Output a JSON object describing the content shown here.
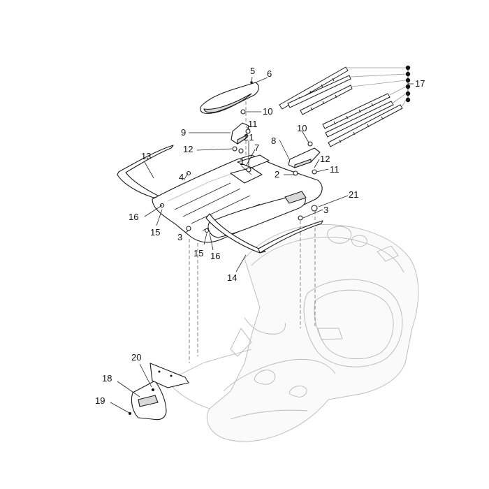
{
  "callouts": {
    "c5": "5",
    "c6": "6",
    "c10a": "10",
    "c9": "9",
    "c11a": "11",
    "c12a": "12",
    "c21a": "21",
    "c7": "7",
    "c13": "13",
    "c4": "4",
    "c1": "1",
    "c2": "2",
    "c10b": "10",
    "c8": "8",
    "c12b": "12",
    "c11b": "11",
    "c21b": "21",
    "c3a": "3",
    "c16a": "16",
    "c15a": "15",
    "c3b": "3",
    "c15b": "15",
    "c16b": "16",
    "c14": "14",
    "c17": "17",
    "c20": "20",
    "c18": "18",
    "c19": "19"
  }
}
